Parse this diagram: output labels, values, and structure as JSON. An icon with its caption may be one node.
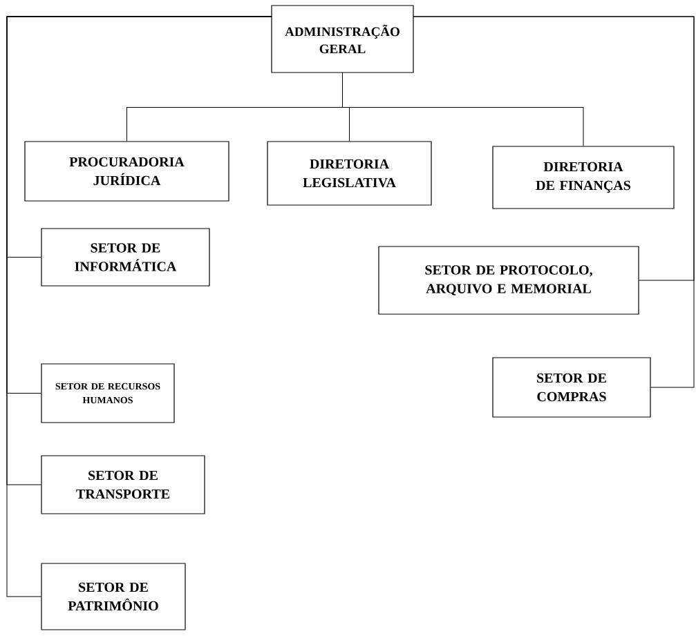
{
  "diagram": {
    "nodes": [
      {
        "text": [
          "ADMINISTRAÇÃO GERAL"
        ]
      },
      {
        "text": [
          "PROCURADORIA JURÍDICA"
        ]
      },
      {
        "text": [
          "DIRETORIA LEGISLATIVA"
        ]
      },
      {
        "text": [
          "DIRETORIA DE FINANÇAS"
        ]
      },
      {
        "text": [
          "SETOR DE INFORMÁTICA"
        ]
      },
      {
        "text": [
          "SETOR DE PROTOCOLO, ARQUIVO E MEMORIAL"
        ]
      },
      {
        "text": [
          "SETOR DE RECURSOS HUMANOS"
        ]
      },
      {
        "text": [
          "SETOR DE COMPRAS"
        ]
      },
      {
        "text": [
          "SETOR DE TRANSPORTE"
        ]
      },
      {
        "text": [
          "SETOR DE PATRIMÔNIO"
        ]
      }
    ],
    "edges": [
      {
        "from": 0,
        "to": 1,
        "arrow": "none"
      },
      {
        "from": 0,
        "to": 2,
        "arrow": "none"
      },
      {
        "from": 0,
        "to": 3,
        "arrow": "none"
      },
      {
        "from": 0,
        "to": 4,
        "arrow": "none"
      },
      {
        "from": 0,
        "to": 6,
        "arrow": "none"
      },
      {
        "from": 0,
        "to": 8,
        "arrow": "none"
      },
      {
        "from": 0,
        "to": 9,
        "arrow": "none"
      },
      {
        "from": 0,
        "to": 5,
        "arrow": "none"
      },
      {
        "from": 0,
        "to": 7,
        "arrow": "none"
      }
    ]
  }
}
